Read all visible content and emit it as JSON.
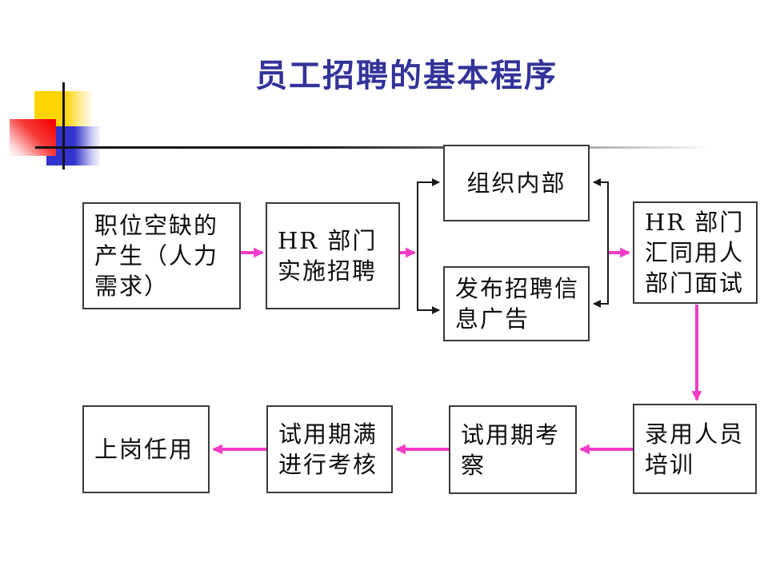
{
  "slide": {
    "title": "员工招聘的基本程序",
    "title_color": "#333399",
    "background": "#ffffff"
  },
  "colors": {
    "flow_arrow_pink": "#F23BC7",
    "connector_black": "#1A1A1A",
    "box_border": "#3A3A3A",
    "decor_yellow": "#FFD400",
    "decor_red": "#F50505",
    "decor_blue": "#3232CC"
  },
  "flowchart": {
    "nodes": [
      {
        "id": "vacancy",
        "label": "职位空缺的\n产生（人力\n需求）"
      },
      {
        "id": "hr-implement",
        "label": "HR 部门\n实施招聘"
      },
      {
        "id": "internal",
        "label": "组织内部"
      },
      {
        "id": "advertise",
        "label": "发布招聘信\n息广告"
      },
      {
        "id": "joint-interview",
        "label": "HR 部门\n汇同用人\n部门面试"
      },
      {
        "id": "hire-training",
        "label": "录用人员\n培训"
      },
      {
        "id": "probation-observe",
        "label": "试用期考\n察"
      },
      {
        "id": "probation-assess",
        "label": "试用期满\n进行考核"
      },
      {
        "id": "employment",
        "label": "上岗任用"
      }
    ]
  }
}
